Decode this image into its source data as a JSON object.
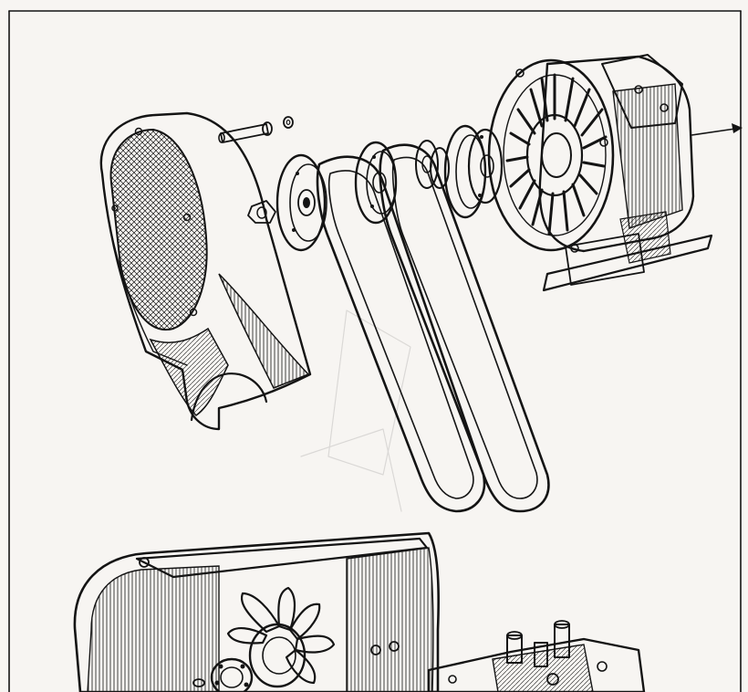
{
  "figure": {
    "kind": "exploded-view technical illustration",
    "printed_text": "",
    "colors": {
      "paper": "#f7f5f2",
      "ink": "#141414",
      "shade": "#8a8a8a"
    },
    "parts": [
      "cooling-fan-cowl-with-grille",
      "pivot-bolt",
      "washer",
      "small-nut",
      "front-pulley",
      "fan-belt-outer",
      "fan-belt-inner",
      "middle-pulley",
      "spacer-washers",
      "rear-pulley",
      "ribbed-generator-housing",
      "mounting-base",
      "direction-arrow",
      "engine-cowl-housing",
      "cooling-fan",
      "bearing",
      "cylinder-head"
    ]
  }
}
